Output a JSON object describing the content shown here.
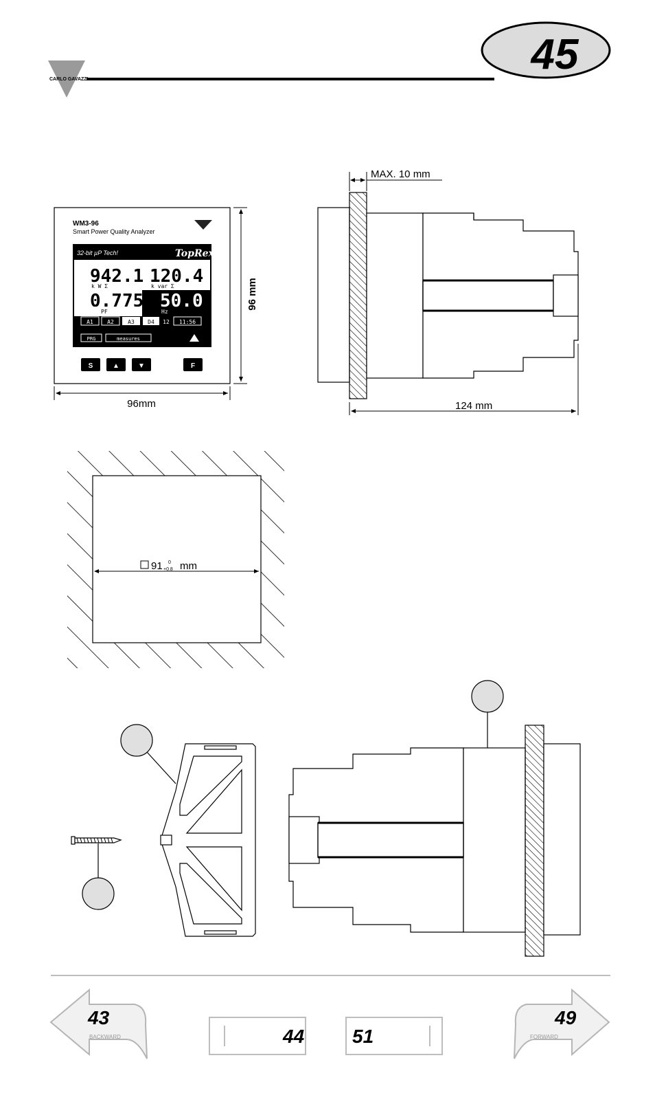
{
  "header": {
    "brand": "CARLO GAVAZZI",
    "page_number": "45"
  },
  "front_view": {
    "model": "WM3-96",
    "subtitle": "Smart Power Quality Analyzer",
    "tech_label": "32-bit µP Tech!",
    "logo_text": "TopRex",
    "values": {
      "kw": "942.1",
      "kw_unit": "k W Σ",
      "kvar": "120.4",
      "kvar_unit": "k var Σ",
      "pf": "0.775",
      "pf_unit": "PF",
      "hz": "50.0",
      "hz_unit": "Hz"
    },
    "status_boxes": [
      "A1",
      "A2",
      "A3",
      "D4",
      "12",
      "11:56"
    ],
    "footer_left": "PRG",
    "footer_mid": "measures",
    "buttons": [
      "S",
      "▲",
      "▼",
      "F"
    ],
    "width_label": "96mm",
    "height_label": "96 mm"
  },
  "side_view": {
    "max_label": "MAX. 10 mm",
    "depth_label": "124 mm"
  },
  "cutout": {
    "size_main": "91",
    "tol_upper": "0",
    "tol_lower": "+0.8",
    "unit": "mm"
  },
  "navigation": {
    "back_page": "43",
    "back_label": "BACKWARD",
    "forward_page": "49",
    "forward_label": "FORWARD",
    "box_left": "44",
    "box_right": "51"
  }
}
